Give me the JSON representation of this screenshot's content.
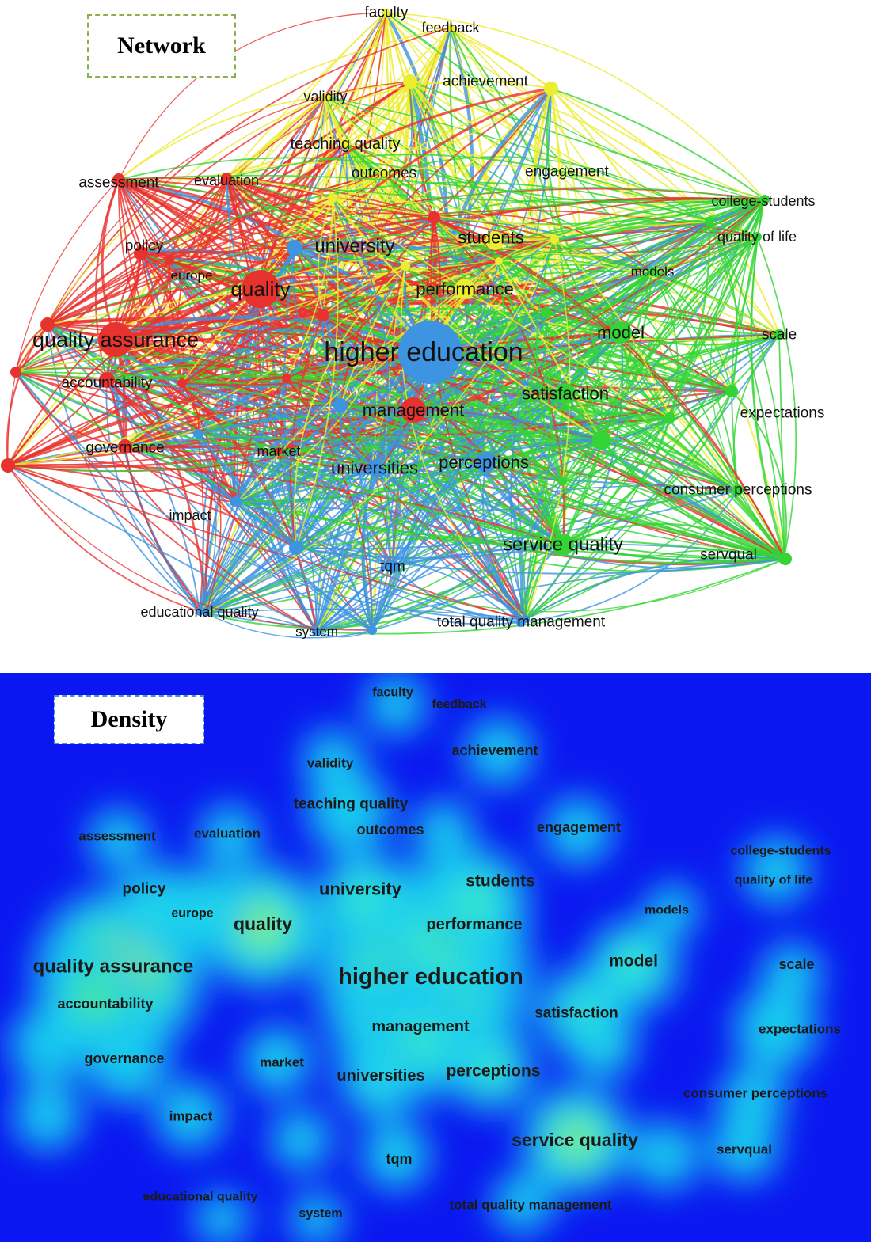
{
  "labels": {
    "network": "Network",
    "density": "Density"
  },
  "colors": {
    "red": "#e8322d",
    "yellow": "#ecec30",
    "green": "#35d435",
    "blue": "#3d94e0",
    "density_background": "#0b17f0"
  },
  "terms": [
    {
      "label": "faculty",
      "cluster": "yellow",
      "weight": 2
    },
    {
      "label": "feedback",
      "cluster": "yellow",
      "weight": 2
    },
    {
      "label": "achievement",
      "cluster": "yellow",
      "weight": 2
    },
    {
      "label": "validity",
      "cluster": "yellow",
      "weight": 2
    },
    {
      "label": "teaching quality",
      "cluster": "yellow",
      "weight": 3
    },
    {
      "label": "outcomes",
      "cluster": "yellow",
      "weight": 2
    },
    {
      "label": "engagement",
      "cluster": "yellow",
      "weight": 2
    },
    {
      "label": "students",
      "cluster": "yellow",
      "weight": 5
    },
    {
      "label": "performance",
      "cluster": "yellow",
      "weight": 5
    },
    {
      "label": "assessment",
      "cluster": "red",
      "weight": 2
    },
    {
      "label": "evaluation",
      "cluster": "red",
      "weight": 2
    },
    {
      "label": "policy",
      "cluster": "red",
      "weight": 3
    },
    {
      "label": "europe",
      "cluster": "red",
      "weight": 1
    },
    {
      "label": "quality",
      "cluster": "red",
      "weight": 7
    },
    {
      "label": "quality assurance",
      "cluster": "red",
      "weight": 8
    },
    {
      "label": "accountability",
      "cluster": "red",
      "weight": 3
    },
    {
      "label": "governance",
      "cluster": "red",
      "weight": 3
    },
    {
      "label": "market",
      "cluster": "red",
      "weight": 1
    },
    {
      "label": "management",
      "cluster": "red",
      "weight": 5
    },
    {
      "label": "university",
      "cluster": "blue",
      "weight": 5
    },
    {
      "label": "higher education",
      "cluster": "blue",
      "weight": 10
    },
    {
      "label": "universities",
      "cluster": "blue",
      "weight": 4
    },
    {
      "label": "perceptions",
      "cluster": "blue",
      "weight": 4
    },
    {
      "label": "impact",
      "cluster": "blue",
      "weight": 2
    },
    {
      "label": "tqm",
      "cluster": "blue",
      "weight": 3
    },
    {
      "label": "educational quality",
      "cluster": "blue",
      "weight": 2
    },
    {
      "label": "system",
      "cluster": "blue",
      "weight": 2
    },
    {
      "label": "total quality management",
      "cluster": "blue",
      "weight": 2
    },
    {
      "label": "college-students",
      "cluster": "green",
      "weight": 2
    },
    {
      "label": "quality of life",
      "cluster": "green",
      "weight": 2
    },
    {
      "label": "models",
      "cluster": "green",
      "weight": 2
    },
    {
      "label": "model",
      "cluster": "green",
      "weight": 5
    },
    {
      "label": "scale",
      "cluster": "green",
      "weight": 3
    },
    {
      "label": "satisfaction",
      "cluster": "green",
      "weight": 5
    },
    {
      "label": "expectations",
      "cluster": "green",
      "weight": 3
    },
    {
      "label": "consumer perceptions",
      "cluster": "green",
      "weight": 2
    },
    {
      "label": "service quality",
      "cluster": "green",
      "weight": 7
    },
    {
      "label": "servqual",
      "cluster": "green",
      "weight": 3
    }
  ]
}
